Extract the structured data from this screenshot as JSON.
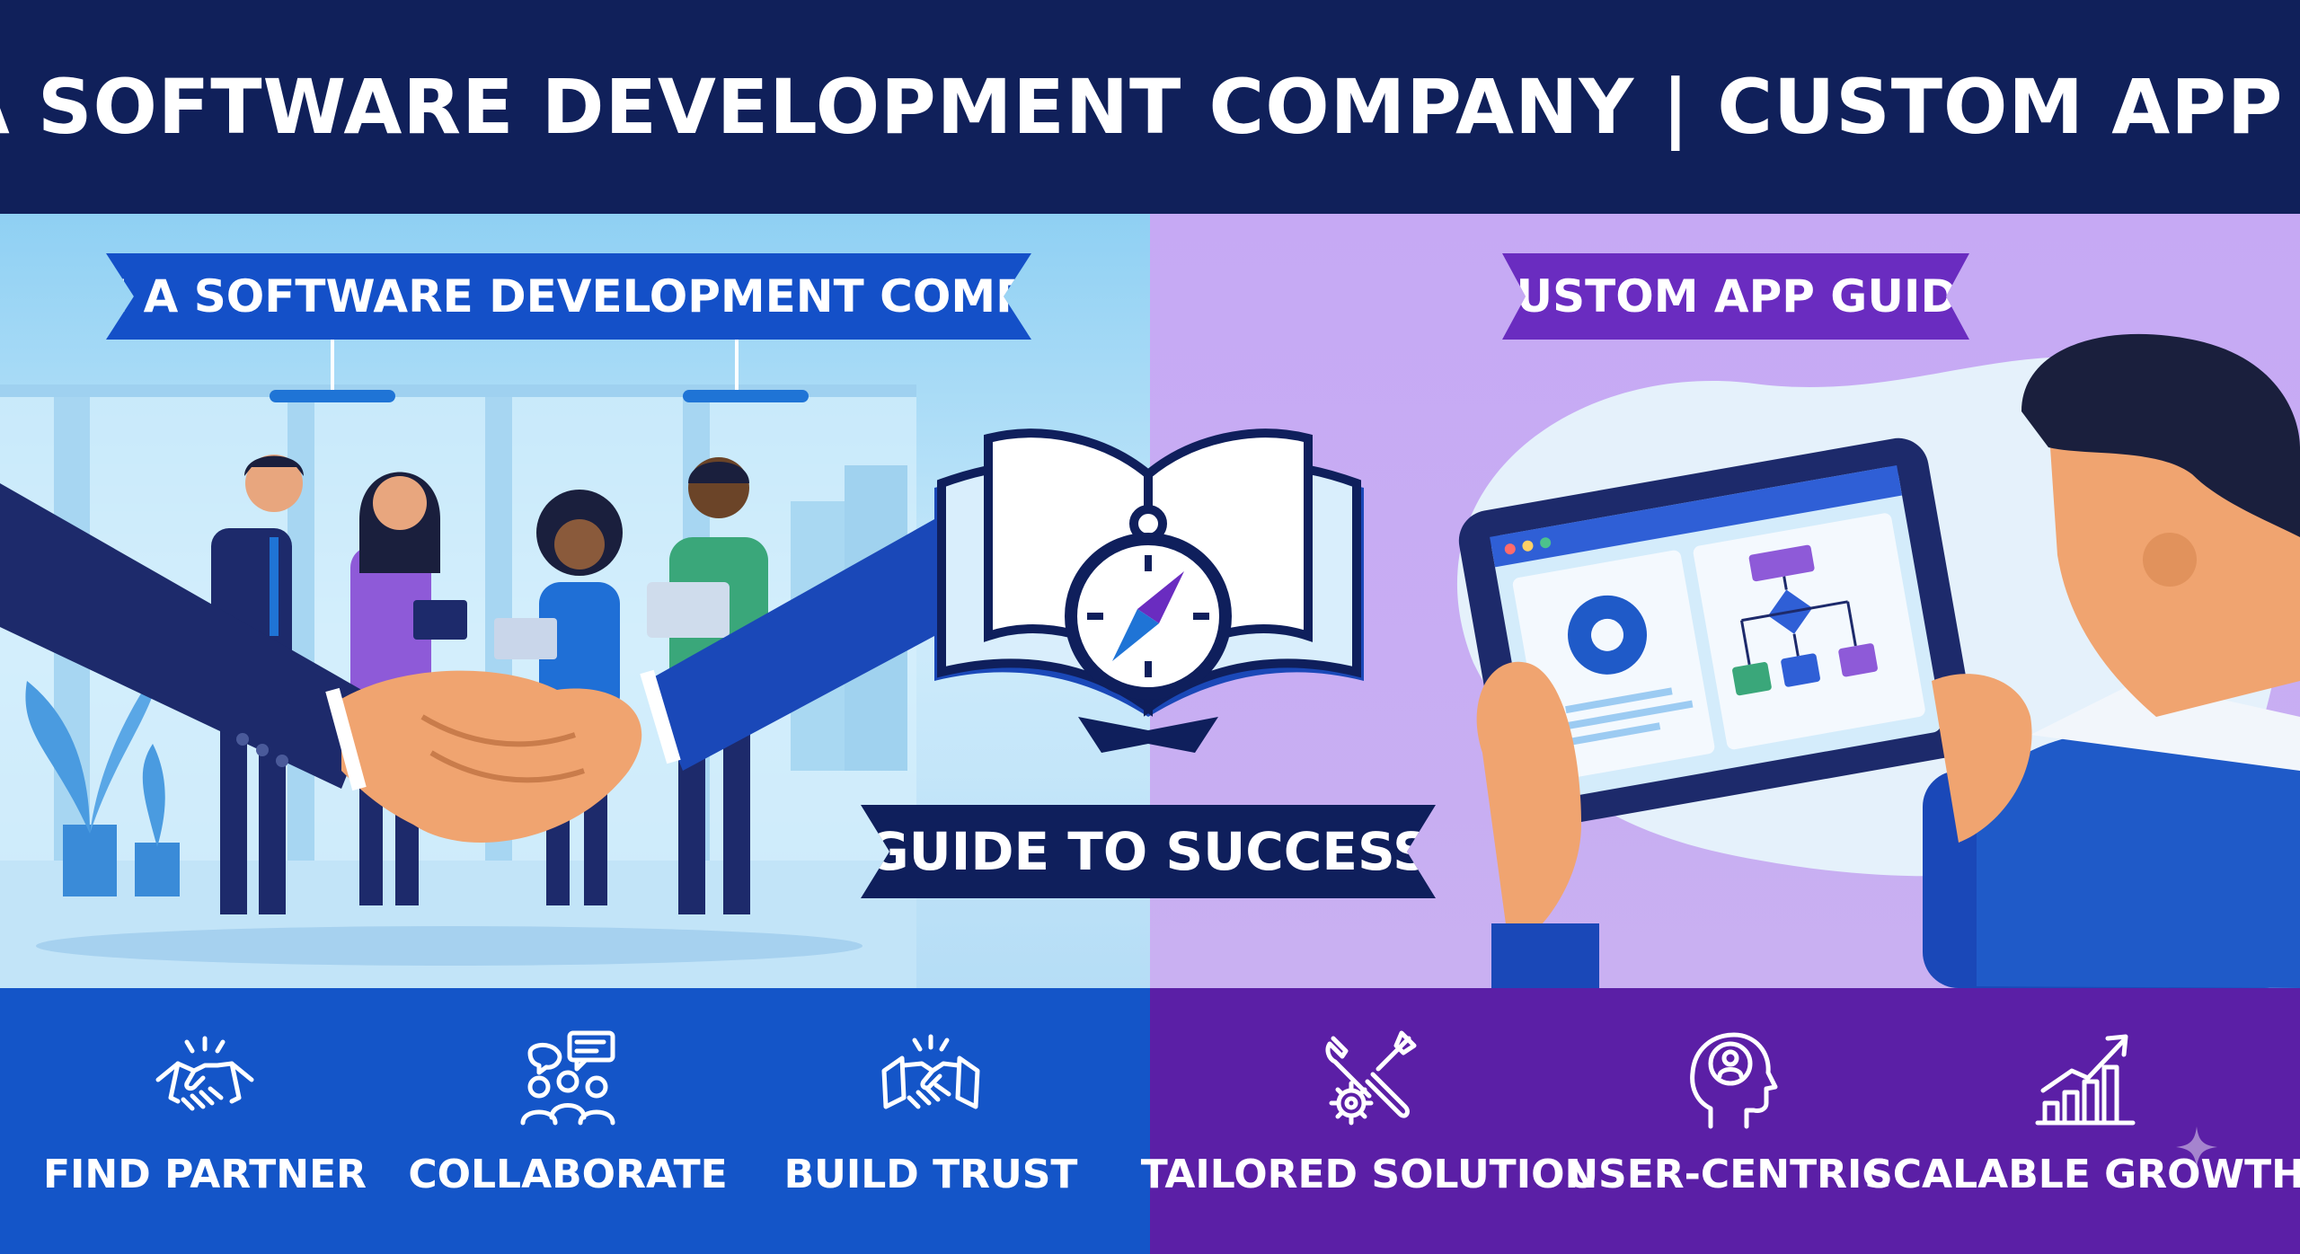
{
  "header": {
    "title": "HIRE A SOFTWARE DEVELOPMENT COMPANY  |  CUSTOM APP GUIDE"
  },
  "left_panel": {
    "ribbon": "HIRE A SOFTWARE DEVELOPMENT COMPANY",
    "accent": "#1450c8"
  },
  "right_panel": {
    "ribbon": "CUSTOM APP GUIDE",
    "accent": "#6a2cc0"
  },
  "center": {
    "ribbon": "GUIDE TO SUCCESS"
  },
  "features_left": [
    {
      "label": "FIND PARTNER",
      "icon": "handshake-icon"
    },
    {
      "label": "COLLABORATE",
      "icon": "team-chat-icon"
    },
    {
      "label": "BUILD TRUST",
      "icon": "handshake-icon"
    }
  ],
  "features_right": [
    {
      "label": "TAILORED SOLUTION",
      "icon": "tools-gear-icon"
    },
    {
      "label": "USER-CENTRIC",
      "icon": "head-user-icon"
    },
    {
      "label": "SCALABLE GROWTH",
      "icon": "growth-chart-icon"
    }
  ]
}
